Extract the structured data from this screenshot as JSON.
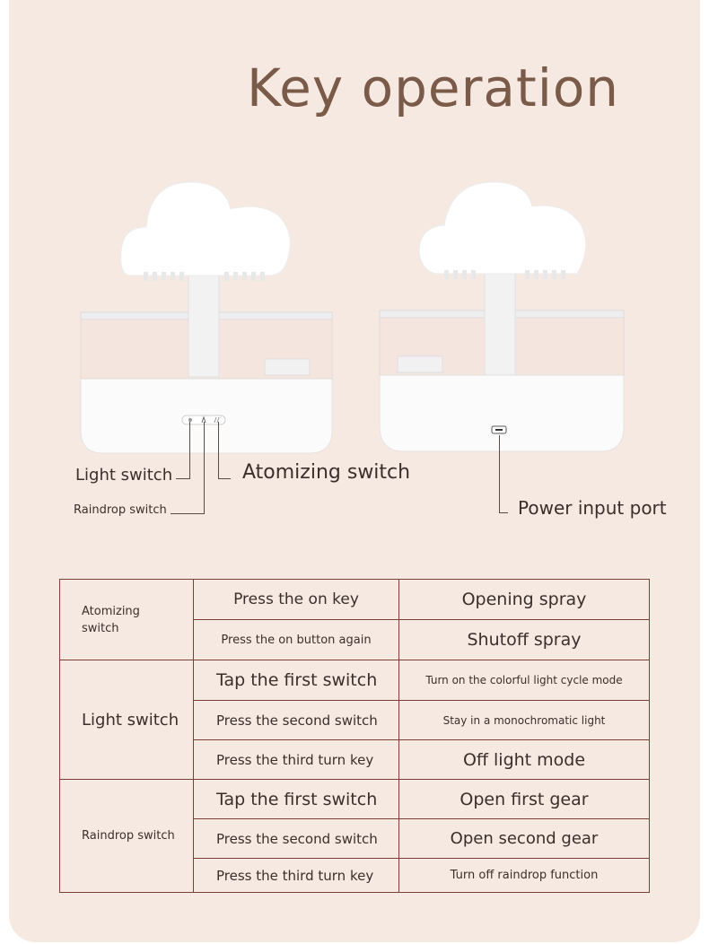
{
  "title": "Key operation",
  "labels": {
    "light_switch": "Light switch",
    "raindrop_switch": "Raindrop switch",
    "atomizing_switch": "Atomizing switch",
    "power_input_port": "Power input port"
  },
  "groups": [
    {
      "name": "Atomizing switch",
      "rows": [
        {
          "action": "Press the on key",
          "result": "Opening spray"
        },
        {
          "action": "Press the on button again",
          "result": "Shutoff spray"
        }
      ]
    },
    {
      "name": "Light switch",
      "rows": [
        {
          "action": "Tap the first switch",
          "result": "Turn on the colorful light cycle mode"
        },
        {
          "action": "Press the second switch",
          "result": "Stay in a monochromatic light"
        },
        {
          "action": "Press the third turn key",
          "result": "Off light mode"
        }
      ]
    },
    {
      "name": "Raindrop switch",
      "rows": [
        {
          "action": "Tap the first switch",
          "result": "Open first gear"
        },
        {
          "action": "Press the second switch",
          "result": "Open second gear"
        },
        {
          "action": "Press the third turn key",
          "result": "Turn off raindrop function"
        }
      ]
    }
  ],
  "colors": {
    "background": "#f6e9e2",
    "title": "#7a5a48",
    "table_border": "#7a4036"
  }
}
